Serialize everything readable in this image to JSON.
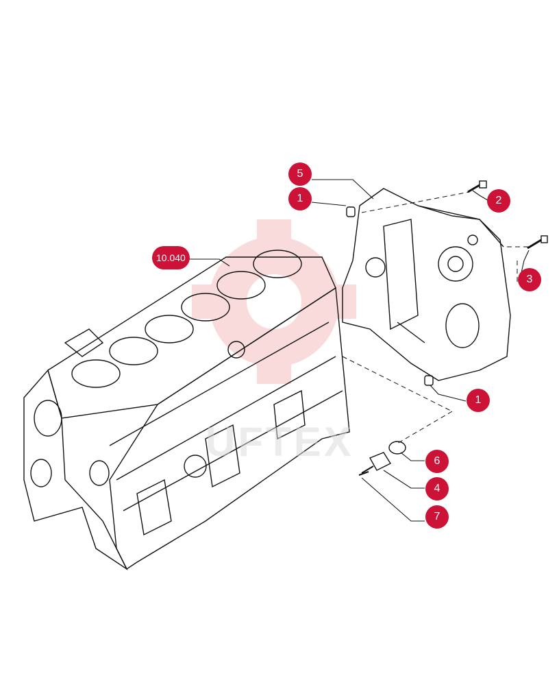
{
  "diagram": {
    "watermark": "UFTEX",
    "reference_callout": "10.040",
    "callouts": [
      {
        "label": "5"
      },
      {
        "label": "1"
      },
      {
        "label": "2"
      },
      {
        "label": "3"
      },
      {
        "label": "1"
      },
      {
        "label": "6"
      },
      {
        "label": "4"
      },
      {
        "label": "7"
      }
    ]
  },
  "colors": {
    "callout_fill": "#cc1236",
    "line": "#111111",
    "watermark": "#e23b3b"
  }
}
